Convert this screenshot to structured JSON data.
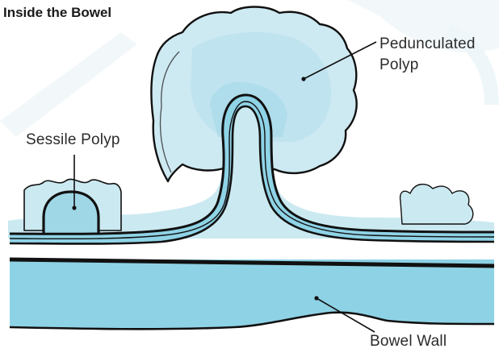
{
  "title": "Inside the Bowel",
  "labels": {
    "pedunculated_line1": "Pedunculated",
    "pedunculated_line2": "Polyp",
    "sessile": "Sessile Polyp",
    "bowel_wall": "Bowel Wall"
  },
  "colors": {
    "tissue_light": "#cbe9f1",
    "tissue_mid": "#a9dcea",
    "tissue_blue": "#8fd3e6",
    "wall_blue": "#8ed2e5",
    "outline": "#111111",
    "watermark": "#f1f7fa"
  }
}
